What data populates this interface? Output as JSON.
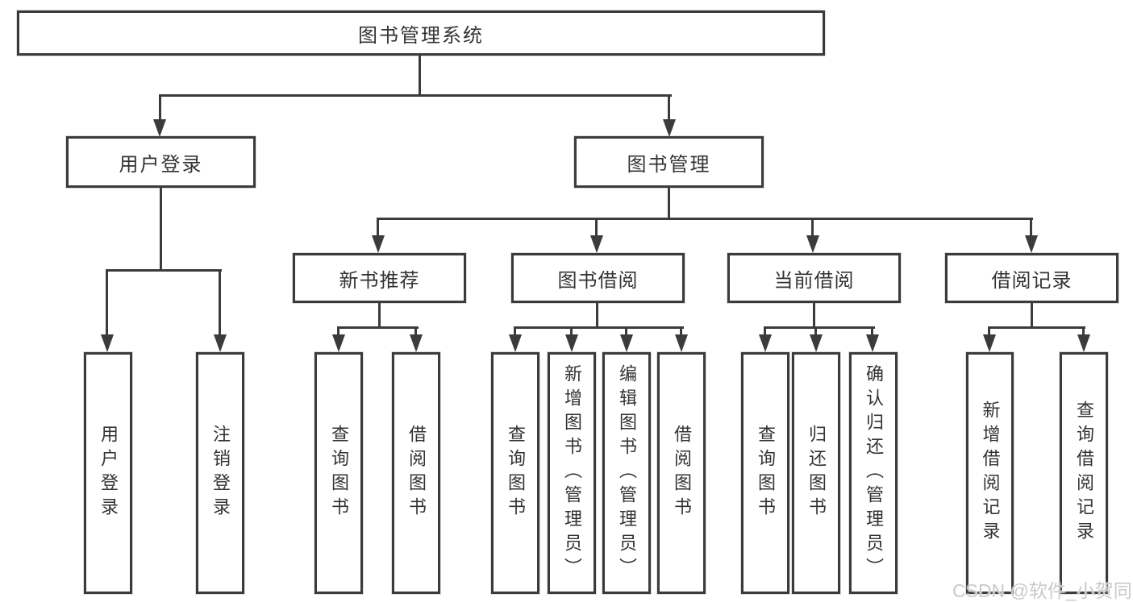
{
  "diagram": {
    "title_node": {
      "label": "图书管理系统"
    },
    "level1": [
      {
        "id": "user-login-branch",
        "label": "用户登录"
      },
      {
        "id": "book-management-branch",
        "label": "图书管理"
      }
    ],
    "level2": [
      {
        "id": "new-book-recommend",
        "parent": "图书管理",
        "label": "新书推荐"
      },
      {
        "id": "book-borrowing",
        "parent": "图书管理",
        "label": "图书借阅"
      },
      {
        "id": "current-borrowing",
        "parent": "图书管理",
        "label": "当前借阅"
      },
      {
        "id": "borrowing-records",
        "parent": "图书管理",
        "label": "借阅记录"
      }
    ],
    "leaves": [
      {
        "parent": "用户登录",
        "label": "用户登录"
      },
      {
        "parent": "用户登录",
        "label": "注销登录"
      },
      {
        "parent": "新书推荐",
        "label": "查询图书"
      },
      {
        "parent": "新书推荐",
        "label": "借阅图书"
      },
      {
        "parent": "图书借阅",
        "label": "查询图书"
      },
      {
        "parent": "图书借阅",
        "label": "新增图书（管理员）"
      },
      {
        "parent": "图书借阅",
        "label": "编辑图书（管理员）"
      },
      {
        "parent": "图书借阅",
        "label": "借阅图书"
      },
      {
        "parent": "当前借阅",
        "label": "查询图书"
      },
      {
        "parent": "当前借阅",
        "label": "归还图书"
      },
      {
        "parent": "当前借阅",
        "label": "确认归还（管理员）"
      },
      {
        "parent": "借阅记录",
        "label": "新增借阅记录"
      },
      {
        "parent": "借阅记录",
        "label": "查询借阅记录"
      }
    ],
    "watermark": "CSDN @软件_小贺同学",
    "colors": {
      "line": "#3b3b3b",
      "text": "#333333",
      "background": "#ffffff",
      "watermark": "#c9c9c9"
    }
  }
}
